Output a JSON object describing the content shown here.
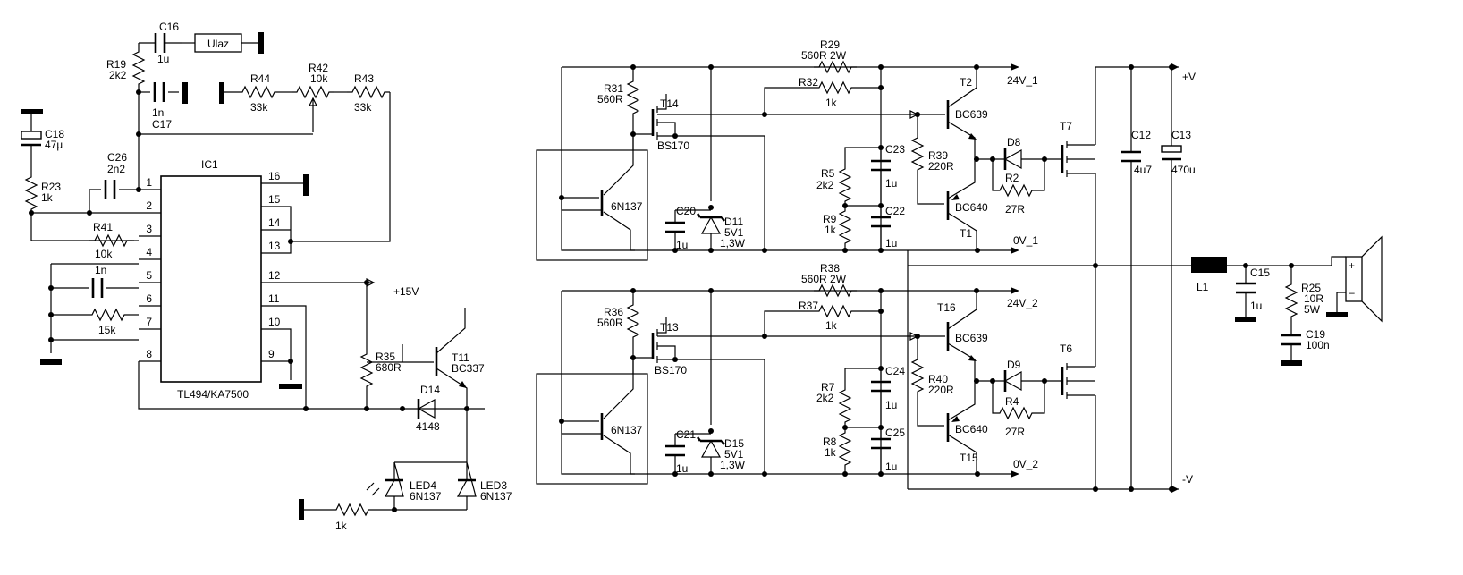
{
  "components": {
    "ic1": {
      "ref": "IC1",
      "part": "TL494/KA7500",
      "pins_left": [
        "1",
        "2",
        "3",
        "4",
        "5",
        "6",
        "7",
        "8"
      ],
      "pins_right": [
        "16",
        "15",
        "14",
        "13",
        "12",
        "11",
        "10",
        "9"
      ]
    },
    "c16": {
      "ref": "C16",
      "value": "1u"
    },
    "ulaz": {
      "ref": "Ulaz"
    },
    "r19": {
      "ref": "R19",
      "value": "2k2"
    },
    "c17": {
      "ref": "C17",
      "value": "1n"
    },
    "r44": {
      "ref": "R44",
      "value": "33k"
    },
    "r42": {
      "ref": "R42",
      "value": "10k"
    },
    "r43": {
      "ref": "R43",
      "value": "33k"
    },
    "c18": {
      "ref": "C18",
      "value": "47µ"
    },
    "r23": {
      "ref": "R23",
      "value": "1k"
    },
    "c26": {
      "ref": "C26",
      "value": "2n2"
    },
    "r41": {
      "ref": "R41",
      "value": "10k"
    },
    "c_osc": {
      "value": "1n"
    },
    "r_osc": {
      "value": "15k"
    },
    "r35": {
      "ref": "R35",
      "value": "680R"
    },
    "t11": {
      "ref": "T11",
      "value": "BC337"
    },
    "d14": {
      "ref": "D14",
      "value": "4148"
    },
    "led4": {
      "ref": "LED4",
      "value": "6N137"
    },
    "led3": {
      "ref": "LED3",
      "value": "6N137"
    },
    "r_led": {
      "value": "1k"
    },
    "net_15v": {
      "label": "+15V"
    },
    "top": {
      "r29": {
        "ref": "R29",
        "value": "560R 2W"
      },
      "r31": {
        "ref": "R31",
        "value": "560R"
      },
      "r32": {
        "ref": "R32",
        "value": "1k"
      },
      "t14": {
        "ref": "T14",
        "value": "BS170"
      },
      "opto": {
        "value": "6N137"
      },
      "c20": {
        "ref": "C20",
        "value": "1u"
      },
      "d11": {
        "ref": "D11",
        "value1": "5V1",
        "value2": "1,3W"
      },
      "r5": {
        "ref": "R5",
        "value": "2k2"
      },
      "r9": {
        "ref": "R9",
        "value": "1k"
      },
      "c23": {
        "ref": "C23",
        "value": "1u"
      },
      "c22": {
        "ref": "C22",
        "value": "1u"
      },
      "r39": {
        "ref": "R39",
        "value": "220R"
      },
      "t2": {
        "ref": "T2",
        "value": "BC639"
      },
      "t1": {
        "ref": "T1",
        "value": "BC640"
      },
      "d8": {
        "ref": "D8"
      },
      "r2": {
        "ref": "R2",
        "value": "27R"
      },
      "t7": {
        "ref": "T7"
      },
      "rail_hi": "24V_1",
      "rail_lo": "0V_1"
    },
    "bottom": {
      "r38": {
        "ref": "R38",
        "value": "560R 2W"
      },
      "r36": {
        "ref": "R36",
        "value": "560R"
      },
      "r37": {
        "ref": "R37",
        "value": "1k"
      },
      "t13": {
        "ref": "T13",
        "value": "BS170"
      },
      "opto": {
        "value": "6N137"
      },
      "c21": {
        "ref": "C21",
        "value": "1u"
      },
      "d15": {
        "ref": "D15",
        "value1": "5V1",
        "value2": "1,3W"
      },
      "r7": {
        "ref": "R7",
        "value": "2k2"
      },
      "r8": {
        "ref": "R8",
        "value": "1k"
      },
      "c24": {
        "ref": "C24",
        "value": "1u"
      },
      "c25": {
        "ref": "C25",
        "value": "1u"
      },
      "r40": {
        "ref": "R40",
        "value": "220R"
      },
      "t16": {
        "ref": "T16",
        "value": "BC639"
      },
      "t15": {
        "ref": "T15",
        "value": "BC640"
      },
      "d9": {
        "ref": "D9"
      },
      "r4": {
        "ref": "R4",
        "value": "27R"
      },
      "t6": {
        "ref": "T6"
      },
      "rail_hi": "24V_2",
      "rail_lo": "0V_2"
    },
    "c12": {
      "ref": "C12",
      "value": "4u7"
    },
    "c13": {
      "ref": "C13",
      "value": "470u"
    },
    "l1": {
      "ref": "L1"
    },
    "c15": {
      "ref": "C15",
      "value": "1u"
    },
    "r25": {
      "ref": "R25",
      "value1": "10R",
      "value2": "5W"
    },
    "c19": {
      "ref": "C19",
      "value": "100n"
    },
    "vpos": "+V",
    "vneg": "-V",
    "spk_plus": "+",
    "spk_minus": "–"
  }
}
